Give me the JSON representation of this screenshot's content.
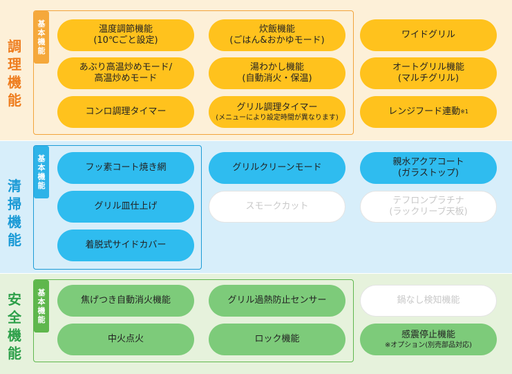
{
  "sections": {
    "cooking": {
      "title_chars": [
        "調",
        "理",
        "機",
        "能"
      ],
      "basic_tab": [
        "基",
        "本",
        "機",
        "能"
      ],
      "items": [
        {
          "line1": "温度調節機能",
          "line2": "(10℃ごと設定)"
        },
        {
          "line1": "炊飯機能",
          "line2": "(ごはん&おかゆモード)"
        },
        {
          "line1": "ワイドグリル"
        },
        {
          "line1": "あぶり高温炒めモード/",
          "line2": "高温炒めモード"
        },
        {
          "line1": "湯わかし機能",
          "line2": "(自動消火・保温)"
        },
        {
          "line1": "オートグリル機能",
          "line2": "(マルチグリル)"
        },
        {
          "line1": "コンロ調理タイマー"
        },
        {
          "line1": "グリル調理タイマー",
          "sub": "(メニューにより設定時間が異なります)"
        },
        {
          "line1": "レンジフード連動",
          "note": "※1"
        }
      ]
    },
    "cleaning": {
      "title_chars": [
        "清",
        "掃",
        "機",
        "能"
      ],
      "basic_tab": [
        "基",
        "本",
        "機",
        "能"
      ],
      "items": [
        {
          "line1": "フッ素コート焼き網"
        },
        {
          "line1": "グリルクリーンモード"
        },
        {
          "line1": "親水アクアコート",
          "line2": "(ガラストップ)"
        },
        {
          "line1": "グリル皿仕上げ"
        },
        {
          "line1": "スモークカット"
        },
        {
          "line1": "テフロンプラチナ",
          "line2": "(ラックリーブ天板)"
        },
        {
          "line1": "着脱式サイドカバー"
        }
      ]
    },
    "safety": {
      "title_chars": [
        "安",
        "全",
        "機",
        "能"
      ],
      "basic_tab": [
        "基",
        "本",
        "機",
        "能"
      ],
      "items": [
        {
          "line1": "焦げつき自動消火機能"
        },
        {
          "line1": "グリル過熱防止センサー"
        },
        {
          "line1": "鍋なし検知機能"
        },
        {
          "line1": "中火点火"
        },
        {
          "line1": "ロック機能"
        },
        {
          "line1": "感震停止機能",
          "sub": "※オプション(別売部品対応)"
        }
      ]
    }
  },
  "colors": {
    "cooking_accent": "#ee7d1e",
    "cleaning_accent": "#1a9ad6",
    "safety_accent": "#2ea04a",
    "pill_orange": "#ffc21d",
    "pill_blue": "#2fbcef",
    "pill_green": "#7dcb7a"
  }
}
